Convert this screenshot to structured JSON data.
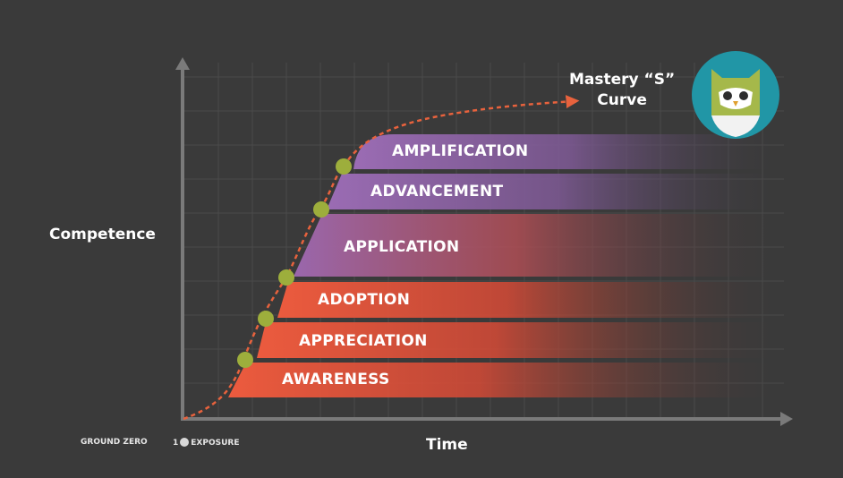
{
  "axes": {
    "y_label": "Competence",
    "x_label": "Time",
    "x_start_label": "GROUND ZERO",
    "exposure_marker": "1",
    "exposure_label": "EXPOSURE"
  },
  "curve_label": {
    "line1": "Mastery “S”",
    "line2": "Curve"
  },
  "stages": [
    {
      "label": "AWARENESS",
      "color": "#e8573c"
    },
    {
      "label": "APPRECIATION",
      "color": "#e6533b"
    },
    {
      "label": "ADOPTION",
      "color": "#d9483a"
    },
    {
      "label": "APPLICATION",
      "color": "#b85a72"
    },
    {
      "label": "ADVANCEMENT",
      "color": "#9a6bb0"
    },
    {
      "label": "AMPLIFICATION",
      "color": "#8a5c9e"
    }
  ],
  "colors": {
    "background": "#3a3a3a",
    "axis": "#7a7a7a",
    "grid": "#4a4a4a",
    "curve": "#e8623d",
    "milestone_dot": "#9dae3c",
    "badge": "#2196a6",
    "owl": "#a5b84a"
  },
  "icons": {
    "brand_badge": "owl-icon"
  }
}
